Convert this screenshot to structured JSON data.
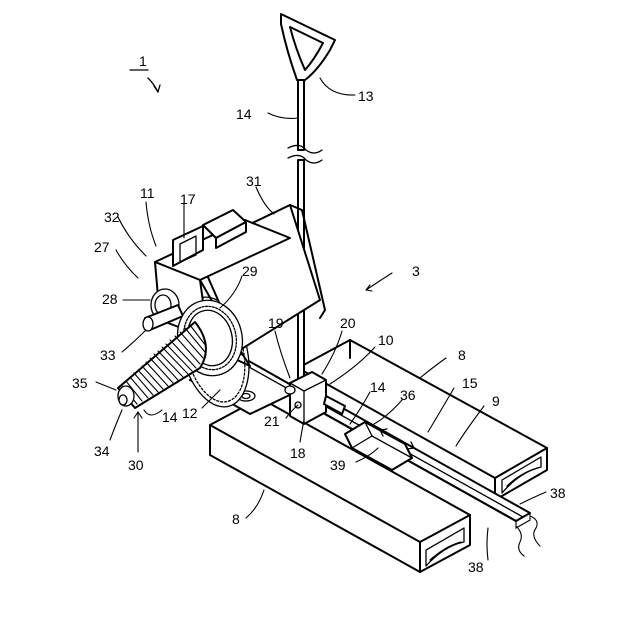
{
  "labels": [
    {
      "id": "ref-1",
      "text": "1"
    },
    {
      "id": "ref-13",
      "text": "13"
    },
    {
      "id": "ref-14-rod",
      "text": "14"
    },
    {
      "id": "ref-11",
      "text": "11"
    },
    {
      "id": "ref-17",
      "text": "17"
    },
    {
      "id": "ref-31",
      "text": "31"
    },
    {
      "id": "ref-32",
      "text": "32"
    },
    {
      "id": "ref-27",
      "text": "27"
    },
    {
      "id": "ref-3",
      "text": "3"
    },
    {
      "id": "ref-29",
      "text": "29"
    },
    {
      "id": "ref-28",
      "text": "28"
    },
    {
      "id": "ref-19",
      "text": "19"
    },
    {
      "id": "ref-20",
      "text": "20"
    },
    {
      "id": "ref-10",
      "text": "10"
    },
    {
      "id": "ref-8-right",
      "text": "8"
    },
    {
      "id": "ref-33",
      "text": "33"
    },
    {
      "id": "ref-35",
      "text": "35"
    },
    {
      "id": "ref-15",
      "text": "15"
    },
    {
      "id": "ref-14-mid",
      "text": "14"
    },
    {
      "id": "ref-36",
      "text": "36"
    },
    {
      "id": "ref-9",
      "text": "9"
    },
    {
      "id": "ref-12",
      "text": "12"
    },
    {
      "id": "ref-21",
      "text": "21"
    },
    {
      "id": "ref-14-low",
      "text": "14"
    },
    {
      "id": "ref-34",
      "text": "34"
    },
    {
      "id": "ref-18",
      "text": "18"
    },
    {
      "id": "ref-39",
      "text": "39"
    },
    {
      "id": "ref-30",
      "text": "30"
    },
    {
      "id": "ref-38-top",
      "text": "38"
    },
    {
      "id": "ref-8-left",
      "text": "8"
    },
    {
      "id": "ref-38-bottom",
      "text": "38"
    }
  ]
}
